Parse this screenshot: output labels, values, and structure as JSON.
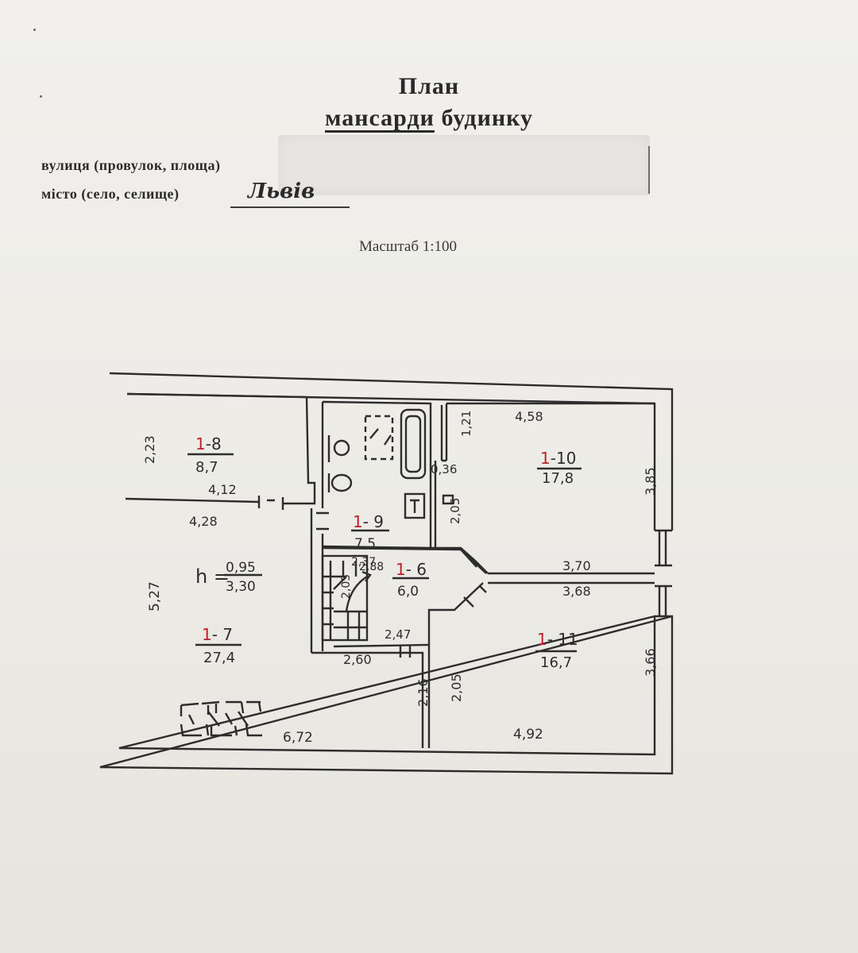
{
  "header": {
    "title_line1": "План",
    "title_line2_underlined": "мансарди",
    "title_line2_rest": " будинку",
    "street_label": "вулиця (провулок, площа)",
    "city_label": "місто (село, селище)",
    "city_value": "Львів",
    "scale_label": "Масштаб 1:100"
  },
  "rooms": [
    {
      "id_prefix": "1",
      "id_suffix": "-8",
      "area": "8,7"
    },
    {
      "id_prefix": "1",
      "id_suffix": "- 9",
      "area": "7,5"
    },
    {
      "id_prefix": "1",
      "id_suffix": "-10",
      "area": "17,8"
    },
    {
      "id_prefix": "1",
      "id_suffix": "- 6",
      "area": "6,0"
    },
    {
      "id_prefix": "1",
      "id_suffix": "- 7",
      "area": "27,4"
    },
    {
      "id_prefix": "1",
      "id_suffix": "- 11",
      "area": "16,7"
    }
  ],
  "height": {
    "prefix": "h =",
    "numerator": "0,95",
    "denominator": "3,30"
  },
  "dimensions": [
    "2,23",
    "4,12",
    "4,28",
    "5,27",
    "6,72",
    "2,16",
    "2,60",
    "2,37",
    "2,88",
    "2,05",
    "2,47",
    "1,21",
    "0,36",
    "2,05",
    "4,58",
    "3,85",
    "3,70",
    "3,68",
    "3,66",
    "2,05",
    "4,92"
  ],
  "colors": {
    "ink": "#2d2d2d",
    "room_number_red": "#c0202a",
    "paper": "#eeede9"
  }
}
